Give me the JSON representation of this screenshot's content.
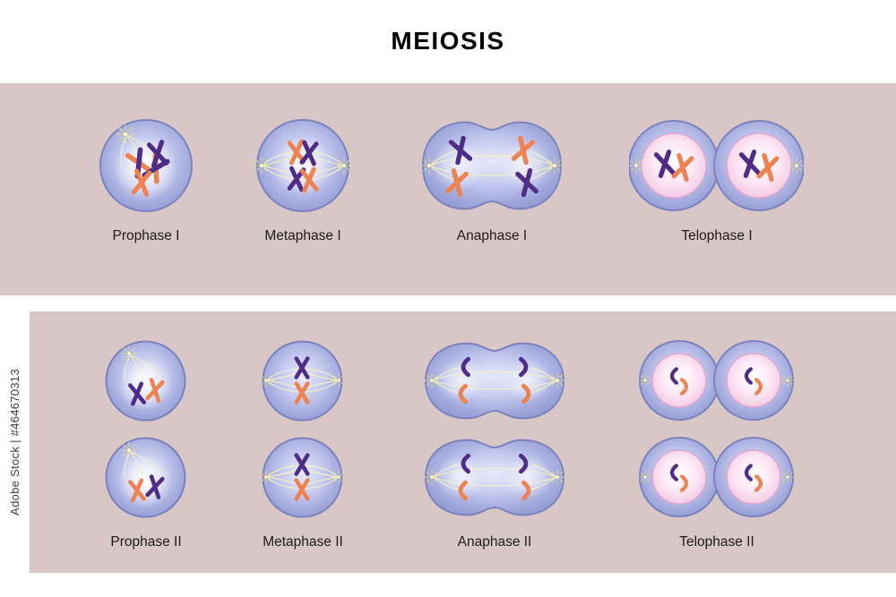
{
  "title": "MEIOSIS",
  "watermark_text": "Adobe Stock | #464670313",
  "meiosis_1": {
    "phases": [
      {
        "label": "Prophase I"
      },
      {
        "label": "Metaphase I"
      },
      {
        "label": "Anaphase I"
      },
      {
        "label": "Telophase I"
      }
    ]
  },
  "meiosis_2": {
    "phases": [
      {
        "label": "Prophase II"
      },
      {
        "label": "Metaphase II"
      },
      {
        "label": "Anaphase II"
      },
      {
        "label": "Telophase II"
      }
    ]
  },
  "colors": {
    "band_background": "#d8c7c6",
    "cell_body": "#9da5da",
    "cell_border": "#7b83bf",
    "nucleus_pink": "#f4c4e3",
    "chromosome_orange": "#ef8251",
    "chromosome_purple": "#4f2d87",
    "spindle_fiber": "#f5f0c6",
    "centrosome_yellow": "#fdf9d9"
  }
}
